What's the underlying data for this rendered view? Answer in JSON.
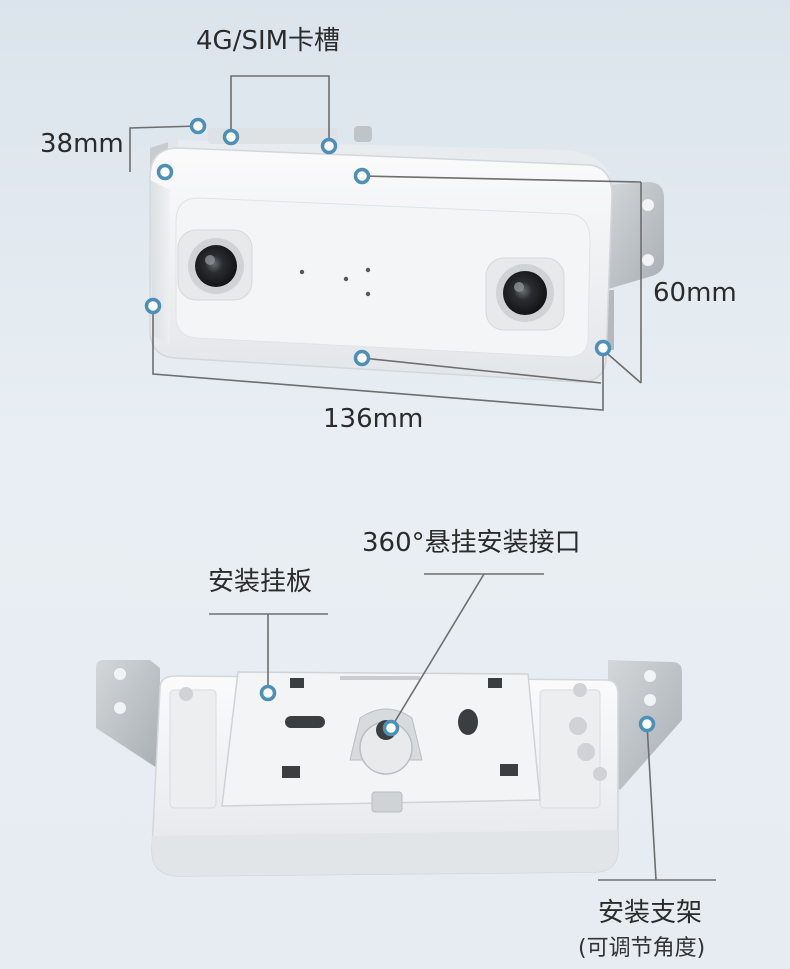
{
  "labels": {
    "sim_slot": "4G/SIM卡槽",
    "depth": "38mm",
    "height": "60mm",
    "width": "136mm",
    "mount_interface": "360°悬挂安装接口",
    "mount_plate": "安装挂板",
    "bracket": "安装支架",
    "bracket_note": "(可调节角度)"
  },
  "colors": {
    "line": "#6e6e6e",
    "marker": "#4e8fb8",
    "device_body": "#f6f7f8",
    "bracket_metal": "#bfc4c8"
  },
  "icons": [
    "lens-icon",
    "callout-marker-icon"
  ]
}
